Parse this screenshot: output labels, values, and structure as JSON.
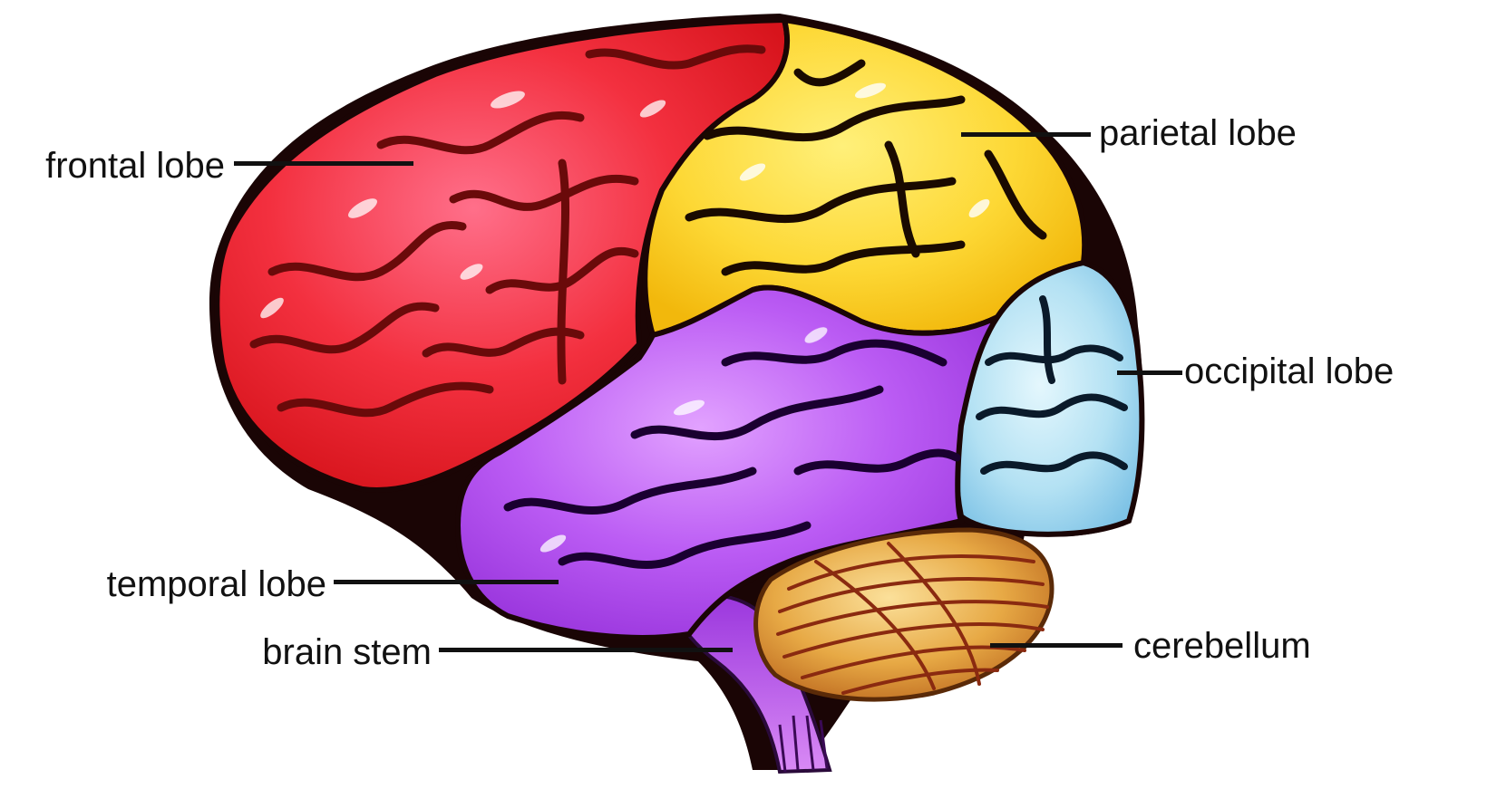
{
  "labels": {
    "frontal": "frontal lobe",
    "parietal": "parietal lobe",
    "occipital": "occipital lobe",
    "temporal": "temporal lobe",
    "brain_stem": "brain stem",
    "cerebellum": "cerebellum"
  },
  "colors": {
    "frontal": "#ee1c25",
    "parietal": "#fdd835",
    "occipital": "#a9dcf0",
    "temporal": "#b04ff0",
    "cerebellum": "#d98a2a",
    "brain_stem": "#c65be6",
    "outline": "#111111"
  }
}
